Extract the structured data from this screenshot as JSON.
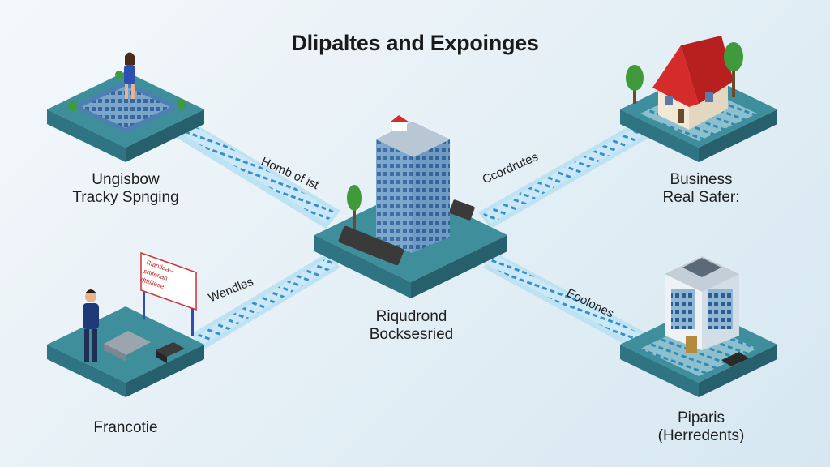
{
  "title": "Dlipaltes and Expoinges",
  "nodes": {
    "top_left": {
      "line1": "Ungisbow",
      "line2": "Tracky Spnging"
    },
    "top_right": {
      "line1": "Business",
      "line2": "Real Safer:"
    },
    "center": {
      "line1": "Riqudrond",
      "line2": "Bocksesried"
    },
    "bottom_left": {
      "line1": "Francotie",
      "sign": "Riantlaa—\nsrtifenan\ndtttilleee"
    },
    "bottom_right": {
      "line1": "Piparis",
      "line2": "(Herredents)"
    }
  },
  "edges": {
    "top_left": "Homb of ist",
    "top_right": "Ccordrutes",
    "bottom_left": "Wendles",
    "bottom_right": "Eoolones"
  },
  "colors": {
    "platform_top": "#3f8e9c",
    "platform_side": "#2d6f7c",
    "road": "#bfe3f2",
    "stripe": "#2a86c9",
    "roof": "#d62b2b",
    "tree": "#3e9a3a"
  }
}
